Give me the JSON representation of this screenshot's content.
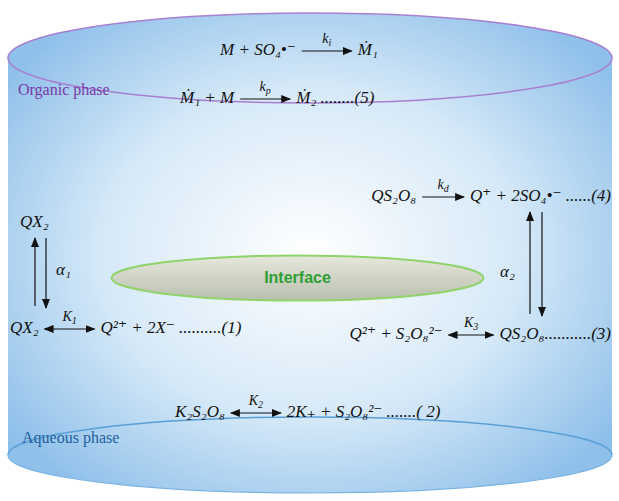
{
  "diagram": {
    "nodes": [
      {
        "text": [
          "Interface"
        ]
      }
    ],
    "labels": [
      "Organic phase",
      "M + SO₄•⁻",
      "k",
      "i",
      "Ṁ₁",
      "Ṁ₁ + M",
      "k",
      "p",
      "Ṁ₂ ........(5)",
      "QS₂O₈",
      "k",
      "d",
      "Q⁺ + 2SO₄•⁻ ......(4)",
      "QX₂",
      "α₁",
      "α₂",
      "QX₂",
      "K",
      "1",
      "Q²⁺ + 2X⁻ ..........(1)",
      "Q²⁺ + S₂O₈²⁻",
      "K",
      "3",
      "QS₂O₈...........(3)",
      "K₂S₂O₈",
      "K",
      "2",
      "2K₊ + S₂O₈²⁻ .......( 2)",
      "Aqueous phase"
    ]
  }
}
